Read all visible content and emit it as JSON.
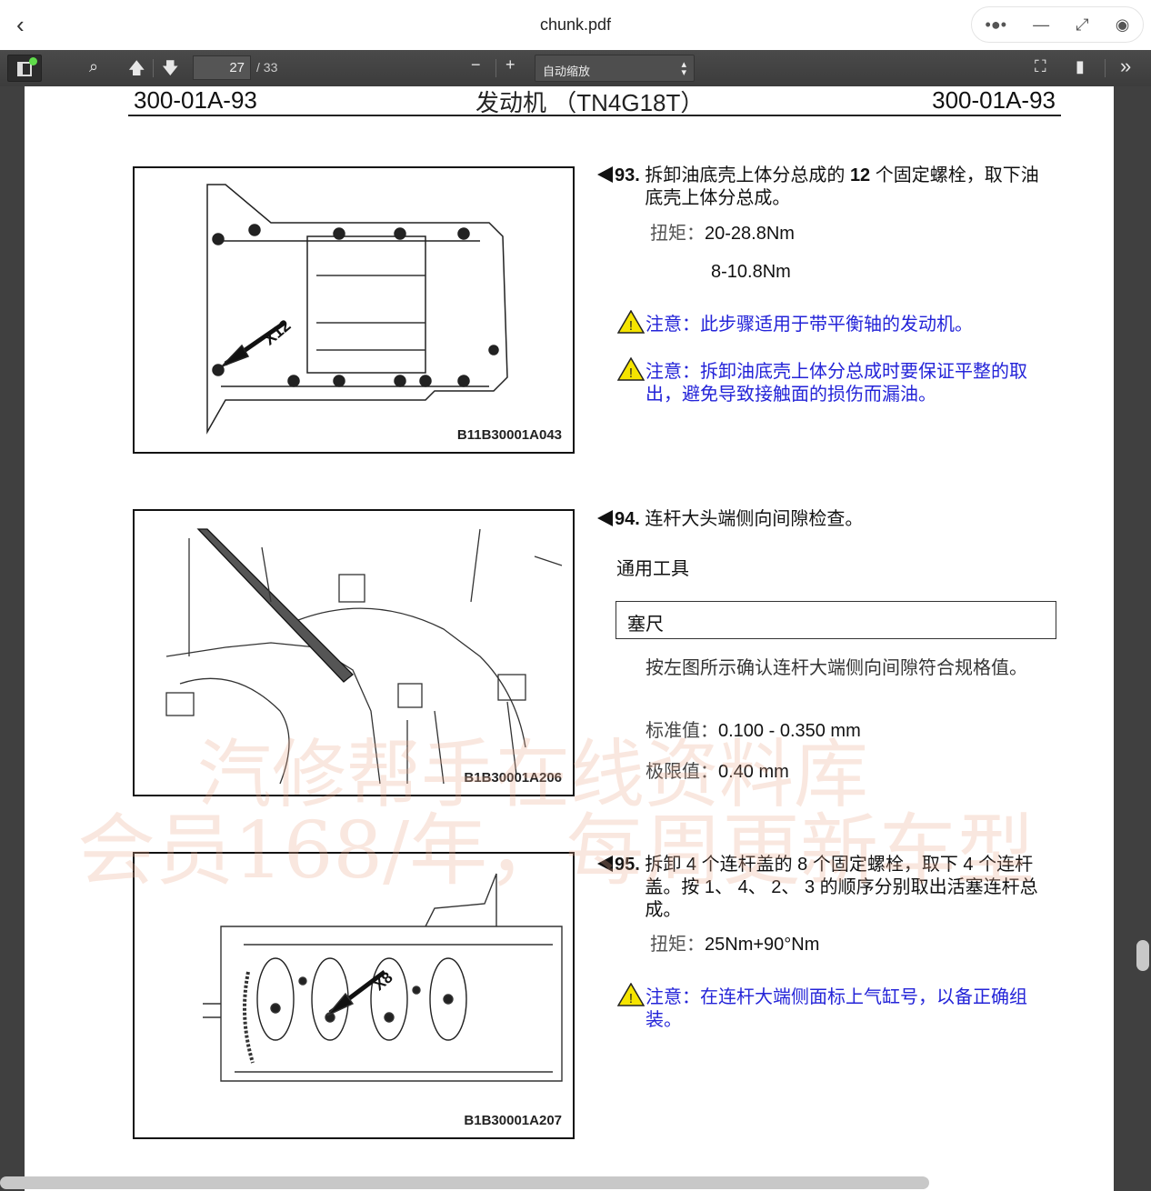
{
  "window": {
    "title": "chunk.pdf",
    "back_icon": "chevron-left-icon"
  },
  "toolbar": {
    "page_current": "27",
    "page_total": "/ 33",
    "zoom_select": "自动缩放",
    "zoom_out": "−",
    "zoom_in": "+"
  },
  "page_header": {
    "left": "300-01A-93",
    "center": "发动机 （TN4G18T）",
    "right": "300-01A-93"
  },
  "steps": [
    {
      "num": "93.",
      "text_a": "拆卸油底壳上体分总成的",
      "bold": "12",
      "text_b": "个固定螺栓，取下油底壳上体分总成。",
      "torque_label": "扭矩：",
      "torque1": "20-28.8Nm",
      "torque2": "8-10.8Nm",
      "notes": [
        {
          "label": "注意：",
          "text": "此步骤适用于带平衡轴的发动机。"
        },
        {
          "label": "注意：",
          "text": "拆卸油底壳上体分总成时要保证平整的取出，避免导致接触面的损伤而漏油。"
        }
      ],
      "figure_id": "B11B30001A043",
      "figure_label": "X12"
    },
    {
      "num": "94.",
      "text": "连杆大头端侧向间隙检查。",
      "tools_heading": "通用工具",
      "tool": "塞尺",
      "desc": "按左图所示确认连杆大端侧向间隙符合规格值。",
      "std_label": "标准值：",
      "std_value": "0.100 - 0.350 mm",
      "limit_label": "极限值：",
      "limit_value": "0.40 mm",
      "figure_id": "B1B30001A206"
    },
    {
      "num": "95.",
      "text": "拆卸 4 个连杆盖的 8 个固定螺栓，取下 4 个连杆盖。按 1、 4、 2、 3 的顺序分别取出活塞连杆总成。",
      "torque_label": "扭矩：",
      "torque1": "25Nm+90°Nm",
      "notes": [
        {
          "label": "注意：",
          "text": "在连杆大端侧面标上气缸号，以备正确组装。"
        }
      ],
      "figure_id": "B1B30001A207",
      "figure_label": "X8"
    }
  ],
  "watermark": {
    "line1": "汽修帮手在线资料库",
    "line2": "会员168/年，每周更新车型"
  },
  "colors": {
    "note": "#2424d8",
    "toolbar": "#474747",
    "warning": "#f5e400"
  }
}
